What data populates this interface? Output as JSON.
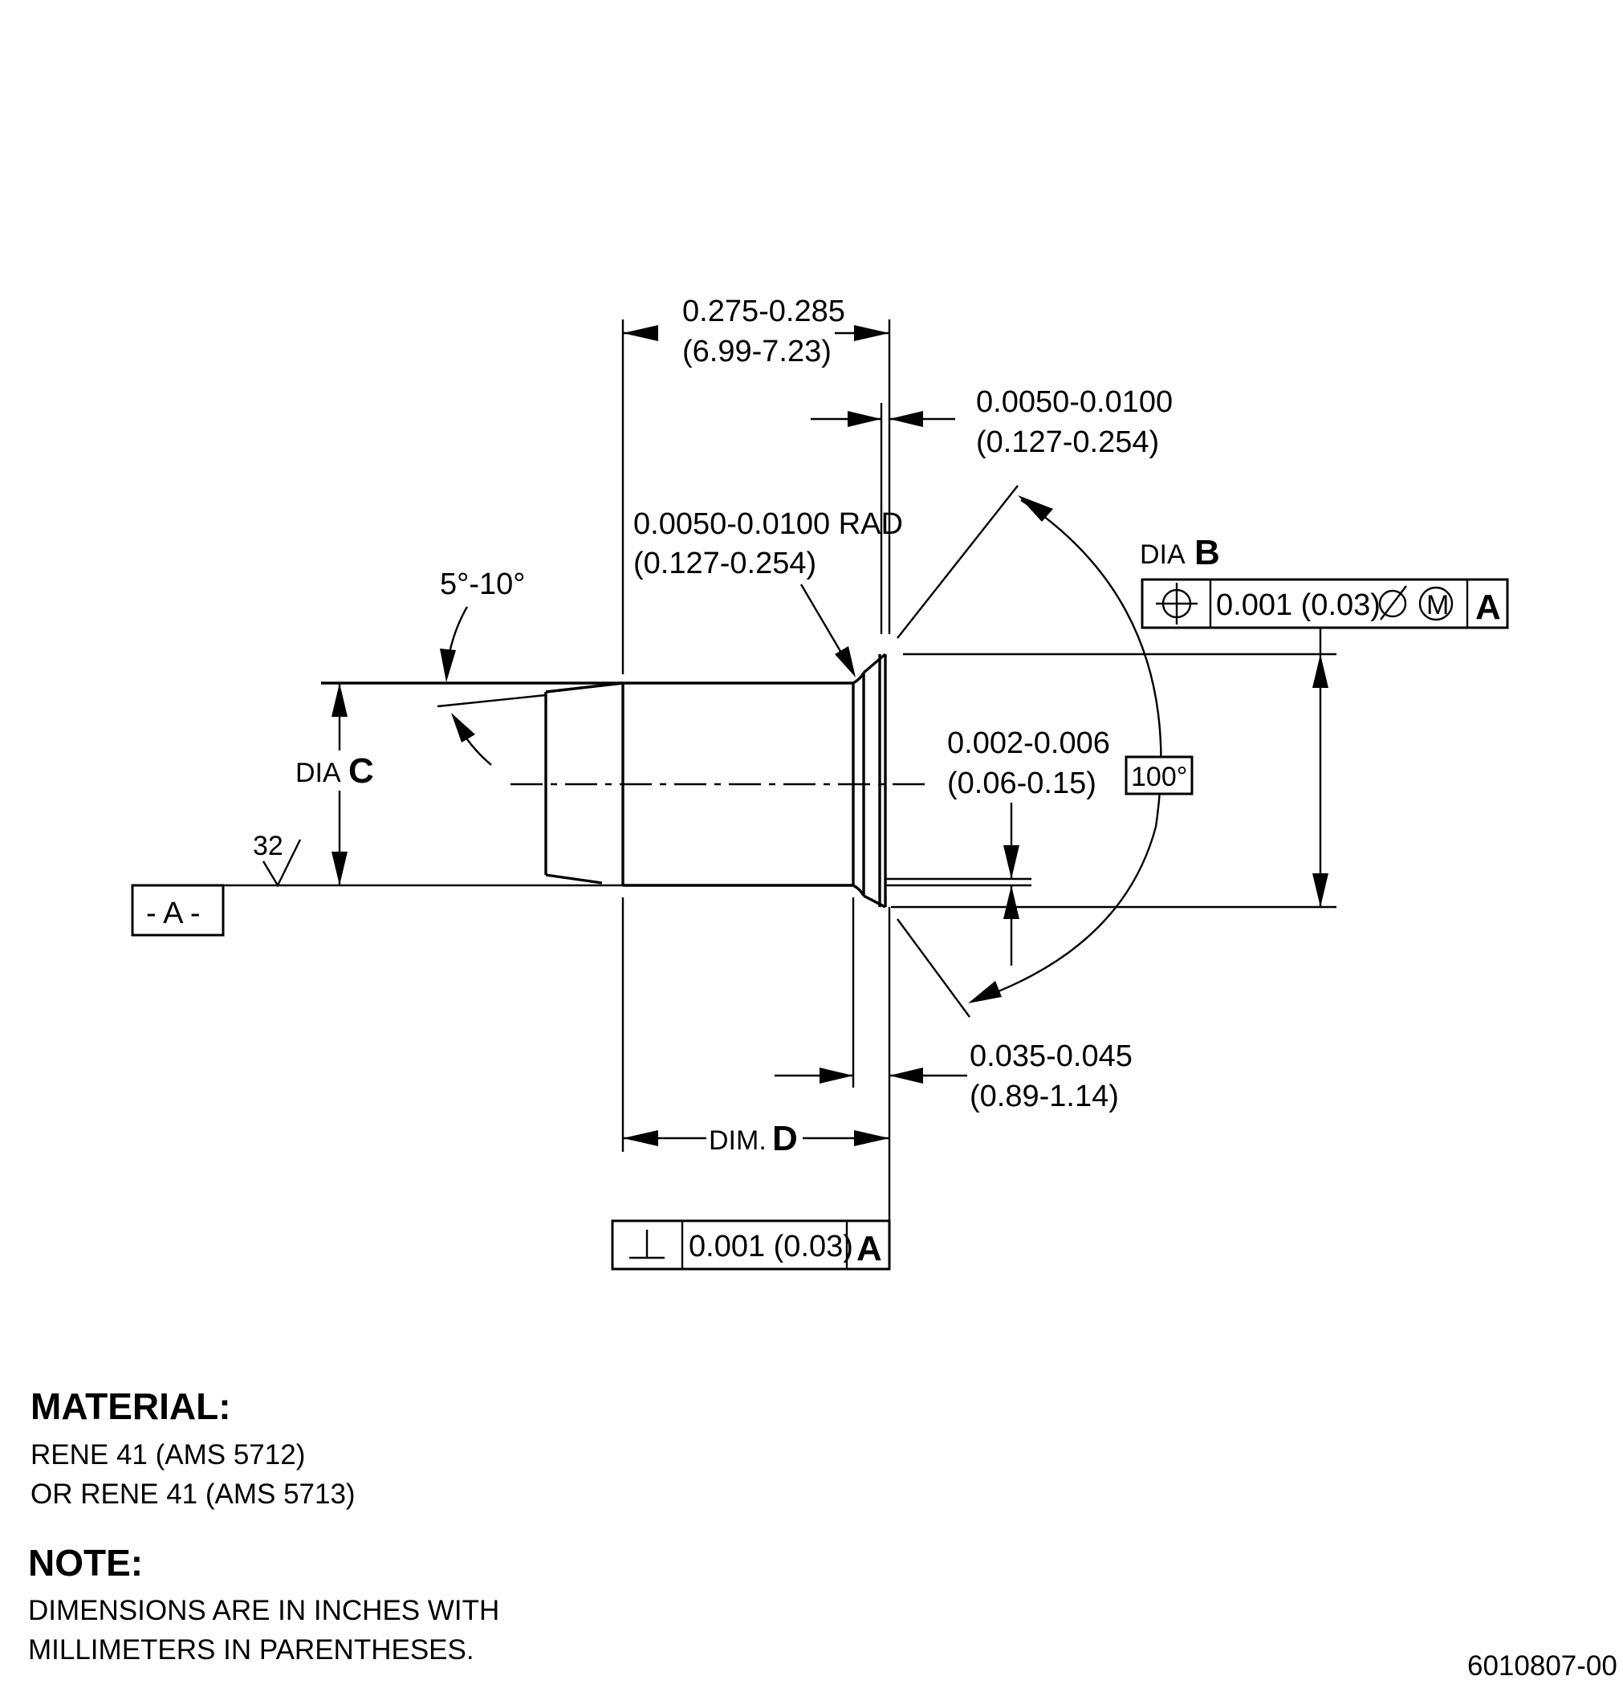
{
  "drawing": {
    "overall_length": {
      "inch": "0.275-0.285",
      "mm": "(6.99-7.23)"
    },
    "head_thickness": {
      "inch": "0.0050-0.0100",
      "mm": "(0.127-0.254)"
    },
    "fillet_radius": {
      "inch": "0.0050-0.0100 RAD",
      "mm": "(0.127-0.254)"
    },
    "chamfer_angle": "5°-10°",
    "dia_b": {
      "prefix": "DIA",
      "letter": "B"
    },
    "dia_c": {
      "prefix": "DIA",
      "letter": "C"
    },
    "countersink_angle": "100°",
    "head_step": {
      "inch": "0.002-0.006",
      "mm": "(0.06-0.15)"
    },
    "flange": {
      "inch": "0.035-0.045",
      "mm": "(0.89-1.14)"
    },
    "dim_d": {
      "prefix": "DIM.",
      "letter": "D"
    },
    "datum_a": "- A -",
    "surface_finish": "32",
    "position_fcf": {
      "symbol": "position-symbol",
      "tolerance": "0.001 (0.03)",
      "modifiers": "Ø Ⓜ",
      "datum": "A"
    },
    "perp_fcf": {
      "symbol": "⊥",
      "tolerance": "0.001 (0.03)",
      "datum": "A"
    }
  },
  "material": {
    "heading": "MATERIAL:",
    "line1": "RENE 41 (AMS 5712)",
    "line2": "OR RENE 41 (AMS 5713)"
  },
  "note": {
    "heading": "NOTE:",
    "line1": "DIMENSIONS ARE IN INCHES WITH",
    "line2": "MILLIMETERS IN PARENTHESES."
  },
  "drawing_number": "6010807-00"
}
